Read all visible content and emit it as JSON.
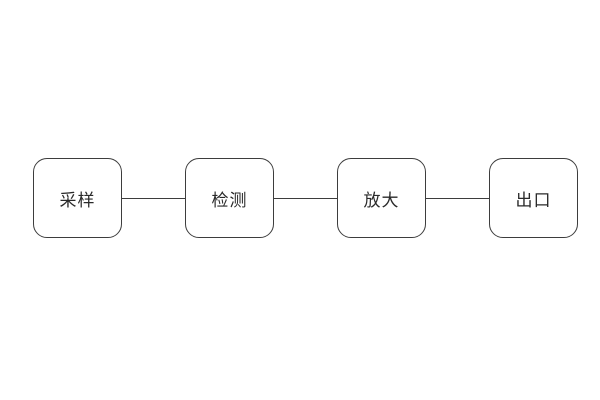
{
  "diagram": {
    "type": "flowchart",
    "direction": "horizontal",
    "nodes": [
      {
        "id": "node-1",
        "label": "采样"
      },
      {
        "id": "node-2",
        "label": "检测"
      },
      {
        "id": "node-3",
        "label": "放大"
      },
      {
        "id": "node-4",
        "label": "出口"
      }
    ],
    "connections": [
      {
        "from": "采样",
        "to": "检测",
        "style": "plain-line"
      },
      {
        "from": "检测",
        "to": "放大",
        "style": "plain-line"
      },
      {
        "from": "放大",
        "to": "出口",
        "style": "plain-line"
      }
    ],
    "colors": {
      "background": "#ffffff",
      "node_border": "#3d3d3d",
      "node_fill": "#ffffff",
      "connector": "#3d3d3d",
      "text": "#2a2a2a"
    }
  }
}
